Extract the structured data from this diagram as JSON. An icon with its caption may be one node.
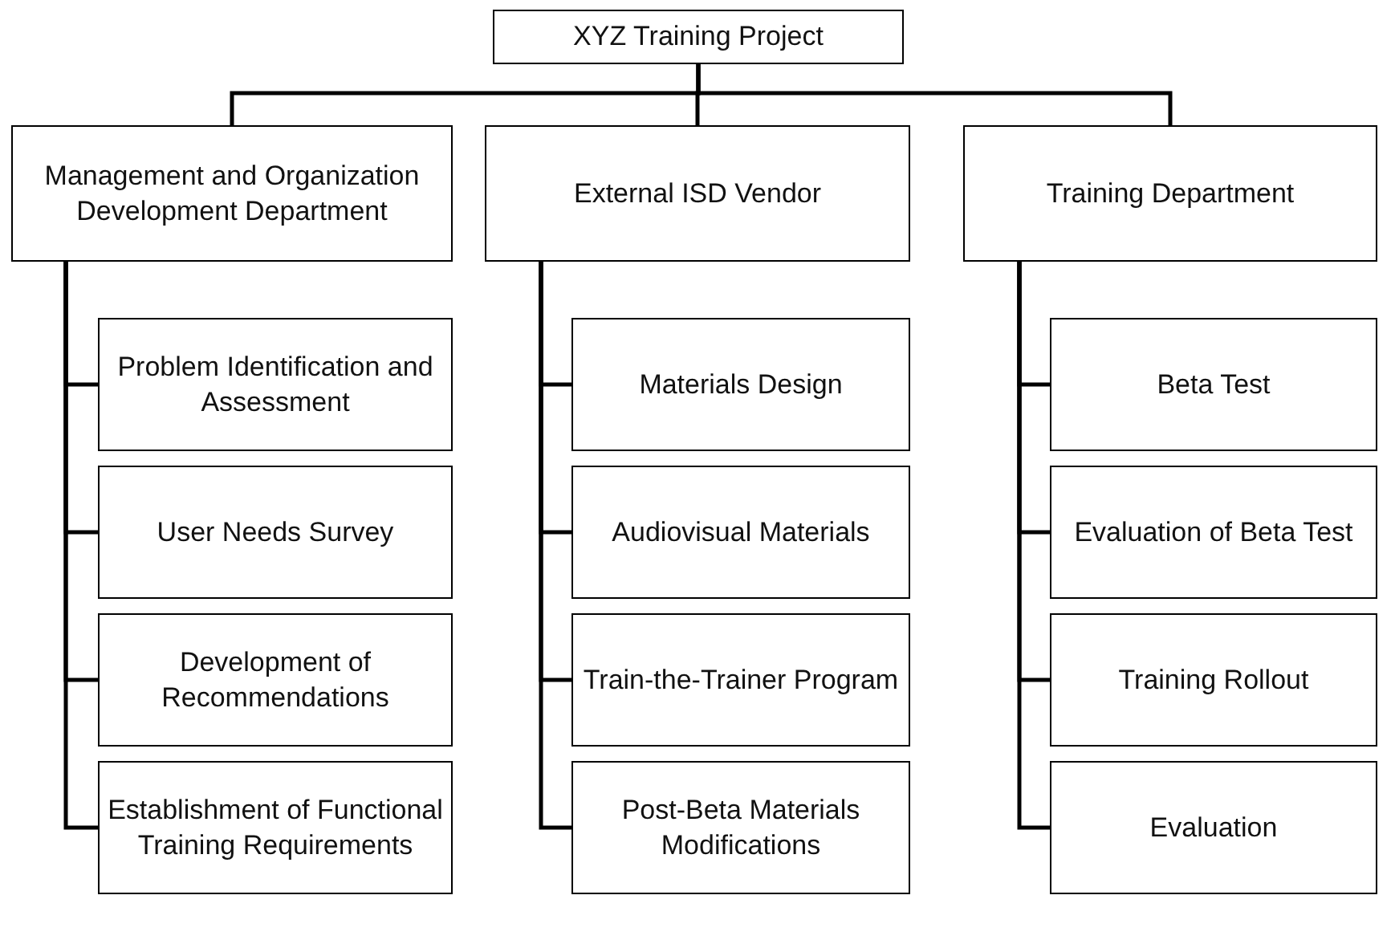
{
  "diagram": {
    "nodes": [
      {
        "text": [
          "XYZ Training Project"
        ]
      },
      {
        "text": [
          "Management and Organization Development Department"
        ]
      },
      {
        "text": [
          "External ISD Vendor"
        ]
      },
      {
        "text": [
          "Training Department"
        ]
      },
      {
        "text": [
          "Problem Identification and Assessment"
        ]
      },
      {
        "text": [
          "User Needs Survey"
        ]
      },
      {
        "text": [
          "Development of Recommendations"
        ]
      },
      {
        "text": [
          "Establishment of Functional Training Requirements"
        ]
      },
      {
        "text": [
          "Materials Design"
        ]
      },
      {
        "text": [
          "Audiovisual Materials"
        ]
      },
      {
        "text": [
          "Train-the-Trainer Program"
        ]
      },
      {
        "text": [
          "Post-Beta Materials Modifications"
        ]
      },
      {
        "text": [
          "Beta Test"
        ]
      },
      {
        "text": [
          "Evaluation of Beta Test"
        ]
      },
      {
        "text": [
          "Training Rollout"
        ]
      },
      {
        "text": [
          "Evaluation"
        ]
      }
    ],
    "edges": [
      {
        "from": 0,
        "to": 1,
        "arrow": "none"
      },
      {
        "from": 0,
        "to": 2,
        "arrow": "none"
      },
      {
        "from": 0,
        "to": 3,
        "arrow": "none"
      },
      {
        "from": 1,
        "to": 4,
        "arrow": "none"
      },
      {
        "from": 1,
        "to": 5,
        "arrow": "none"
      },
      {
        "from": 1,
        "to": 6,
        "arrow": "none"
      },
      {
        "from": 1,
        "to": 7,
        "arrow": "none"
      },
      {
        "from": 2,
        "to": 8,
        "arrow": "none"
      },
      {
        "from": 2,
        "to": 9,
        "arrow": "none"
      },
      {
        "from": 2,
        "to": 10,
        "arrow": "none"
      },
      {
        "from": 2,
        "to": 11,
        "arrow": "none"
      },
      {
        "from": 3,
        "to": 12,
        "arrow": "none"
      },
      {
        "from": 3,
        "to": 13,
        "arrow": "none"
      },
      {
        "from": 3,
        "to": 14,
        "arrow": "none"
      },
      {
        "from": 3,
        "to": 15,
        "arrow": "none"
      }
    ]
  }
}
